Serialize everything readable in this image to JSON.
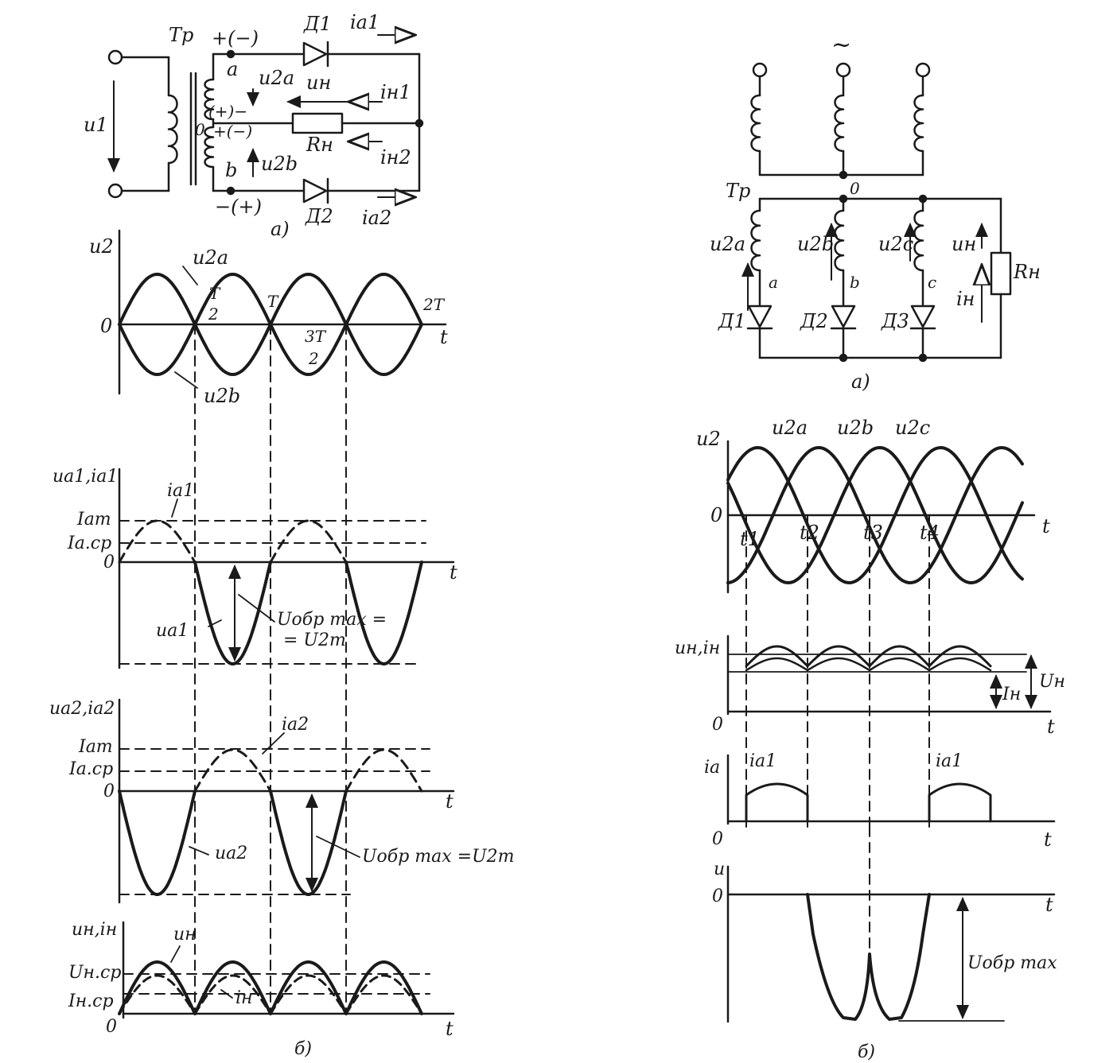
{
  "left": {
    "schematic": {
      "tr": "Тр",
      "polarity_top": "+(−)",
      "d1": "Д1",
      "ia1": "ia1",
      "a": "a",
      "u2a": "u2a",
      "un": "uн",
      "in1": "iн1",
      "plus_minus_mid1": "(+)−",
      "zero": "0",
      "plus_minus_mid2": "+(−)",
      "rn": "Rн",
      "in2": "iн2",
      "b": "b",
      "u2b": "u2b",
      "u1": "u1",
      "polarity_bottom": "−(+)",
      "d2": "Д2",
      "ia2": "ia2",
      "caption": "а)"
    },
    "u2_chart": {
      "ylabel": "u2",
      "zero": "0",
      "t": "t",
      "series_a": "u2a",
      "series_b": "u2b",
      "tick_T2_num": "T",
      "tick_T2_den": "2",
      "tick_T": "T",
      "tick_3T2_num": "3T",
      "tick_3T2_den": "2",
      "tick_2T": "2T"
    },
    "a1_chart": {
      "ylabel": "ua1,ia1",
      "iam": "Iam",
      "iacp": "Ia.cp",
      "zero": "0",
      "t": "t",
      "ia1": "ia1",
      "ua1": "ua1",
      "uobr": "Uобр max =",
      "u2m": "= U2m"
    },
    "a2_chart": {
      "ylabel": "ua2,ia2",
      "iam": "Iam",
      "iacp": "Ia.cp",
      "zero": "0",
      "t": "t",
      "ia2": "ia2",
      "ua2": "ua2",
      "uobr": "Uобр max =U2m"
    },
    "load_chart": {
      "ylabel": "uн,iн",
      "un": "uн",
      "uncp": "Uн.cp",
      "in": "iн",
      "incp": "Iн.cp",
      "zero": "0",
      "t": "t",
      "caption": "б)"
    }
  },
  "right": {
    "schematic": {
      "tilde": "~",
      "tr": "Тр",
      "zero": "0",
      "u2a": "u2a",
      "u2b": "u2b",
      "u2c": "u2c",
      "un": "uн",
      "in": "iн",
      "rn": "Rн",
      "a": "a",
      "b": "b",
      "c": "c",
      "d1": "Д1",
      "d2": "Д2",
      "d3": "Д3",
      "caption": "а)"
    },
    "u2_chart": {
      "ylabel": "u2",
      "zero": "0",
      "t": "t",
      "s1": "u2a",
      "s2": "u2b",
      "s3": "u2c",
      "t1": "t1",
      "t2": "t2",
      "t3": "t3",
      "t4": "t4"
    },
    "load_chart": {
      "ylabel": "uн,iн",
      "zero": "0",
      "t": "t",
      "in": "Iн",
      "un": "Uн"
    },
    "ia_chart": {
      "ylabel": "ia",
      "zero": "0",
      "t": "t",
      "ia1a": "ia1",
      "ia1b": "ia1"
    },
    "u_chart": {
      "ylabel": "u",
      "zero": "0",
      "t": "t",
      "uobr": "Uобр max",
      "caption": "б)"
    }
  }
}
